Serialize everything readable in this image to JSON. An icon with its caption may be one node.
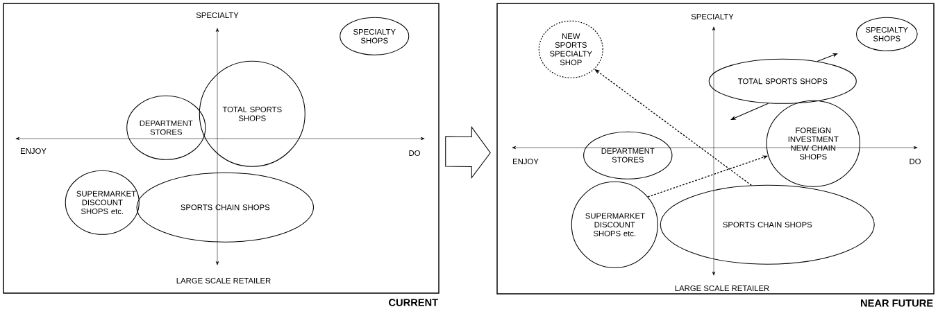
{
  "diagram": {
    "nodes": [
      {
        "text": [],
        "shape": "box",
        "beside": [
          "CURRENT"
        ]
      },
      {
        "text": [
          "SPECIALTY SHOPS"
        ],
        "in": 0
      },
      {
        "text": [
          "TOTAL SPORTS SHOPS"
        ],
        "in": 0
      },
      {
        "text": [
          "DEPARTMENT STORES"
        ],
        "in": 0
      },
      {
        "text": [
          "SUPERMARKET DISCOUNT SHOPS etc."
        ],
        "in": 0
      },
      {
        "text": [
          "SPORTS CHAIN SHOPS"
        ],
        "in": 0
      },
      {
        "text": [],
        "shape": "box",
        "beside": [
          "NEAR FUTURE"
        ]
      },
      {
        "text": [
          "NEW SPORTS SPECIALTY SHOP"
        ],
        "in": 6
      },
      {
        "text": [
          "SPECIALTY SHOPS"
        ],
        "in": 6
      },
      {
        "text": [
          "TOTAL SPORTS SHOPS"
        ],
        "in": 6
      },
      {
        "text": [
          "FOREIGN INVESTMENT NEW CHAIN SHOPS"
        ],
        "in": 6
      },
      {
        "text": [
          "DEPARTMENT STORES"
        ],
        "in": 6
      },
      {
        "text": [
          "SUPERMARKET DISCOUNT SHOPS etc."
        ],
        "in": 6
      },
      {
        "text": [
          "SPORTS CHAIN SHOPS"
        ],
        "in": 6
      }
    ],
    "edges": [
      {
        "from": 0,
        "to": 6,
        "arrow": "to"
      },
      {
        "from": 13,
        "to": 7,
        "arrow": "to",
        "style": "dashed"
      },
      {
        "from": 12,
        "to": 10,
        "arrow": "to",
        "style": "dashed"
      },
      {
        "from": 9,
        "to": null,
        "arrow": "to"
      },
      {
        "from": 9,
        "to": null,
        "arrow": "to"
      }
    ],
    "labels": [
      "SPECIALTY",
      "ENJOY",
      "DO",
      "LARGE SCALE RETAILER",
      "SPECIALTY",
      "ENJOY",
      "DO",
      "LARGE SCALE RETAILER"
    ]
  }
}
